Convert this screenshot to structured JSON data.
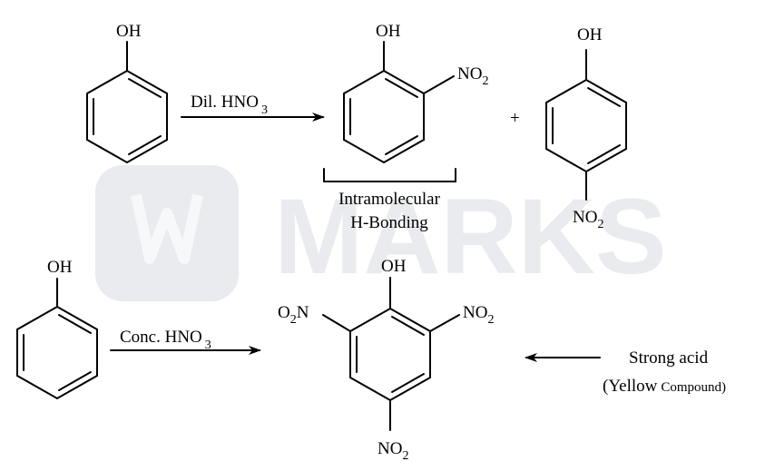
{
  "watermark": {
    "text": "MARKS"
  },
  "reaction1": {
    "reactant_label": "OH",
    "reagent": {
      "main": "Dil. HNO",
      "sub": "3"
    },
    "ortho_product": {
      "oh": "OH",
      "no2_main": "NO",
      "no2_sub": "2"
    },
    "plus": "+",
    "para_product": {
      "oh": "OH",
      "no2_main": "NO",
      "no2_sub": "2"
    },
    "note_line1": "Intramolecular",
    "note_line2": "H-Bonding"
  },
  "reaction2": {
    "reactant_label": "OH",
    "reagent": {
      "main": "Conc. HNO",
      "sub": "3"
    },
    "product": {
      "oh": "OH",
      "left_no2_pre": "O",
      "left_no2_sub": "2",
      "left_no2_post": "N",
      "right_no2_main": "NO",
      "right_no2_sub": "2",
      "bottom_no2_main": "NO",
      "bottom_no2_sub": "2"
    },
    "note_line1": "Strong acid",
    "note_line2_paren": "(Yellow",
    "note_line2_rest": "Compound)"
  },
  "colors": {
    "watermark": "#e9ebee",
    "ink": "#000000"
  }
}
